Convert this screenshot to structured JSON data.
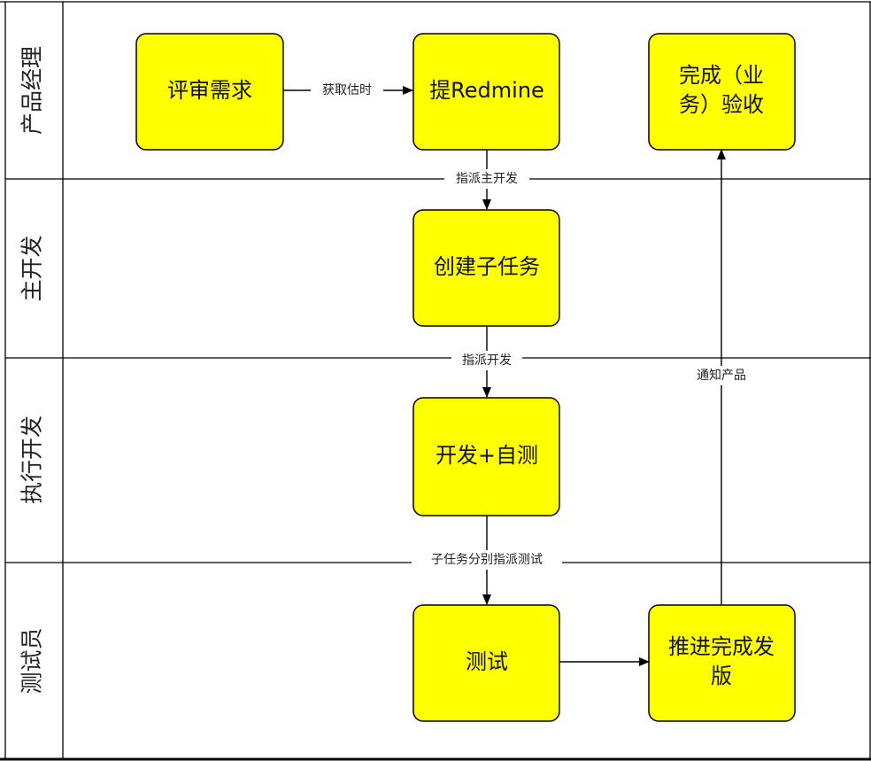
{
  "lanes": [
    {
      "id": "pm",
      "label": "产品经理"
    },
    {
      "id": "lead",
      "label": "主开发"
    },
    {
      "id": "dev",
      "label": "执行开发"
    },
    {
      "id": "qa",
      "label": "测试员"
    }
  ],
  "nodes": {
    "review": {
      "lines": [
        "评审需求"
      ]
    },
    "redmine": {
      "lines": [
        "提Redmine"
      ]
    },
    "accept": {
      "lines": [
        "完成（业",
        "务）验收"
      ]
    },
    "subtask": {
      "lines": [
        "创建子任务"
      ]
    },
    "develop": {
      "lines": [
        "开发+自测"
      ]
    },
    "test": {
      "lines": [
        "测试"
      ]
    },
    "release": {
      "lines": [
        "推进完成发",
        "版"
      ]
    }
  },
  "edges": {
    "review_redmine": {
      "label": "获取估时"
    },
    "redmine_subtask": {
      "label": "指派主开发"
    },
    "subtask_develop": {
      "label": "指派开发"
    },
    "develop_test": {
      "label": "子任务分别指派测试"
    },
    "test_release": {
      "label": ""
    },
    "release_accept": {
      "label": "通知产品"
    }
  },
  "colors": {
    "box_fill": "#ffff00",
    "line": "#000000",
    "background": "#ffffff"
  }
}
